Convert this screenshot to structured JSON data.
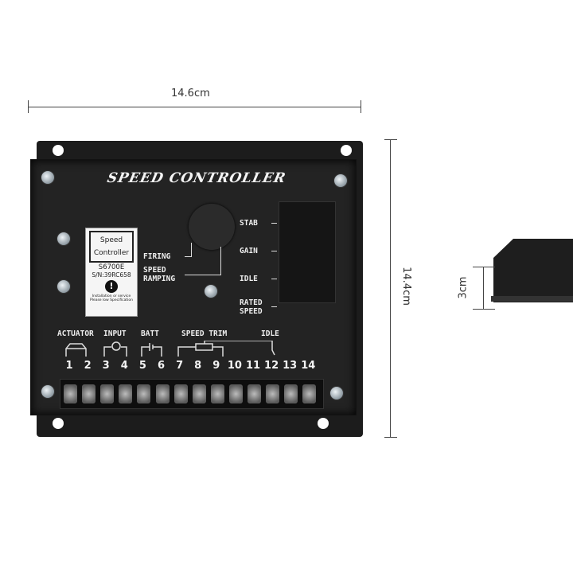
{
  "dimensions": {
    "width": "14.6cm",
    "height": "14.4cm",
    "depth": "3cm"
  },
  "device": {
    "title": "SPEED CONTROLLER",
    "sticker": {
      "line1": "Speed",
      "line2": "Controller",
      "model": "S6700E",
      "serial": "S/N:39RC658",
      "warning_icon": "exclamation-icon",
      "note1": "Installation or service",
      "note2": "Please low Specification"
    },
    "pots": [
      "STAB",
      "GAIN",
      "IDLE",
      "RATED SPEED"
    ],
    "firing": "FIRING",
    "speed_ramping_1": "SPEED",
    "speed_ramping_2": "RAMPING",
    "groups": {
      "actuator": "ACTUATOR",
      "input": "INPUT",
      "batt": "BATT",
      "speed_trim": "SPEED TRIM",
      "idle": "IDLE"
    },
    "terminals": [
      "1",
      "2",
      "3",
      "4",
      "5",
      "6",
      "7",
      "8",
      "9",
      "10",
      "11",
      "12",
      "13",
      "14"
    ]
  }
}
